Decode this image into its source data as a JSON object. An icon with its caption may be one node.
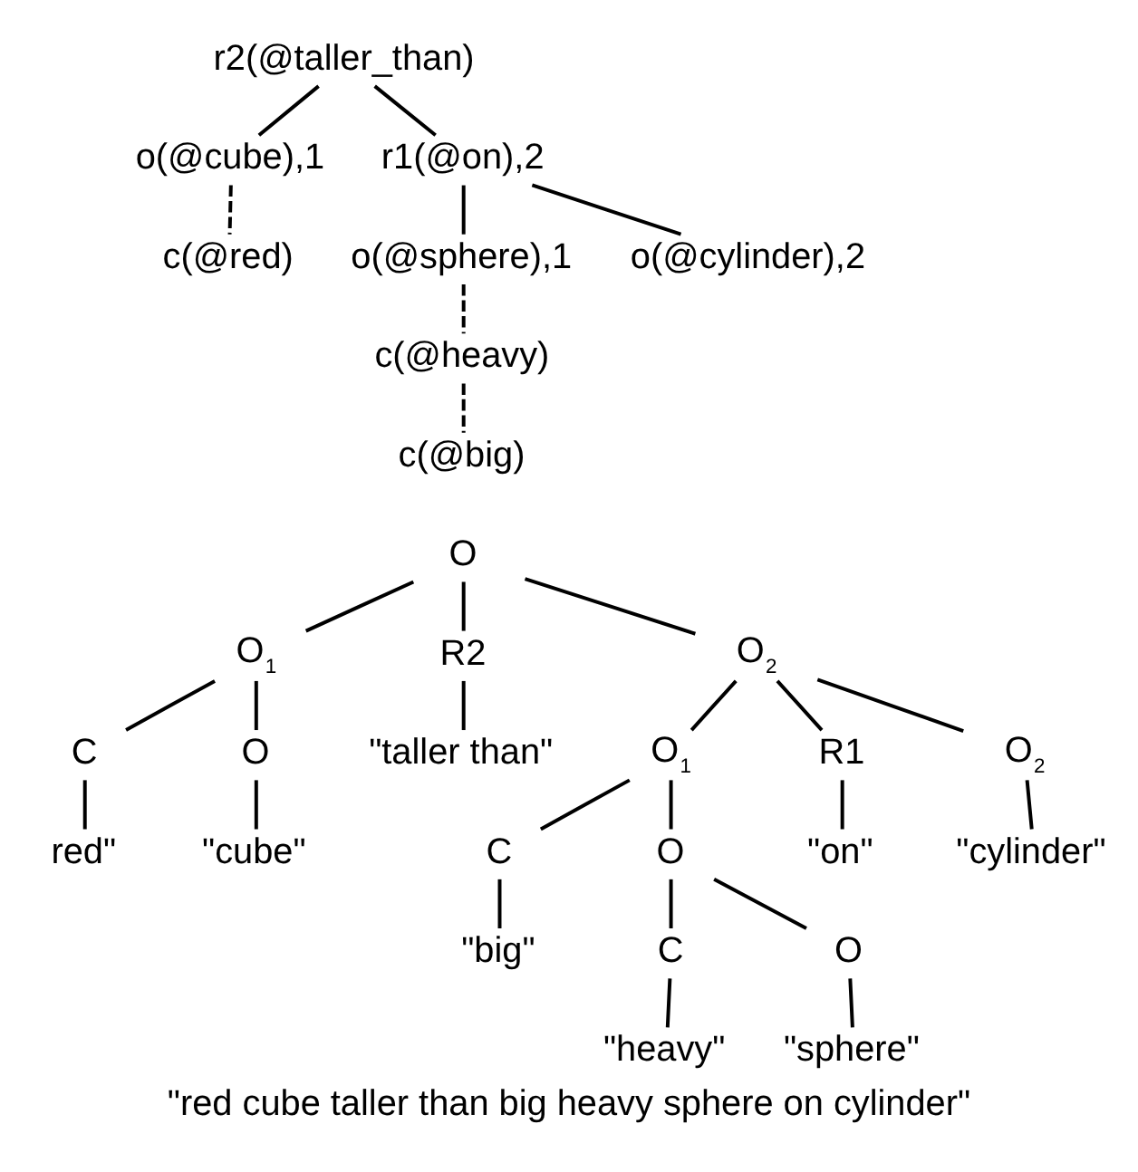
{
  "diagram": {
    "caption": "\"red cube taller than big heavy sphere on cylinder\"",
    "nodes": [
      {
        "text": [
          "r2(@taller_than)"
        ]
      },
      {
        "text": [
          "o(@cube),1"
        ]
      },
      {
        "text": [
          "r1(@on),2"
        ]
      },
      {
        "text": [
          "c(@red)"
        ]
      },
      {
        "text": [
          "o(@sphere),1"
        ]
      },
      {
        "text": [
          "o(@cylinder),2"
        ]
      },
      {
        "text": [
          "c(@heavy)"
        ]
      },
      {
        "text": [
          "c(@big)"
        ]
      },
      {
        "text": [
          "O"
        ]
      },
      {
        "text": [
          "O$_{1}$"
        ]
      },
      {
        "text": [
          "R2"
        ]
      },
      {
        "text": [
          "O$_{2}$"
        ]
      },
      {
        "text": [
          "C"
        ]
      },
      {
        "text": [
          "O"
        ]
      },
      {
        "text": [
          "\"taller than\""
        ]
      },
      {
        "text": [
          "O$_{1}$"
        ]
      },
      {
        "text": [
          "R1"
        ]
      },
      {
        "text": [
          "O$_{2}$"
        ]
      },
      {
        "text": [
          "red\""
        ]
      },
      {
        "text": [
          "\"cube\""
        ]
      },
      {
        "text": [
          "C"
        ]
      },
      {
        "text": [
          "O"
        ]
      },
      {
        "text": [
          "\"on\""
        ]
      },
      {
        "text": [
          "\"cylinder\""
        ]
      },
      {
        "text": [
          "\"big\""
        ]
      },
      {
        "text": [
          "C"
        ]
      },
      {
        "text": [
          "O"
        ]
      },
      {
        "text": [
          "\"heavy\""
        ]
      },
      {
        "text": [
          "\"sphere\""
        ]
      }
    ],
    "edges": [
      {
        "from": 0,
        "to": 1,
        "arrow": "none"
      },
      {
        "from": 0,
        "to": 2,
        "arrow": "none"
      },
      {
        "from": 1,
        "to": 3,
        "arrow": "none",
        "style": "dashed"
      },
      {
        "from": 2,
        "to": 4,
        "arrow": "none"
      },
      {
        "from": 2,
        "to": 5,
        "arrow": "none"
      },
      {
        "from": 4,
        "to": 6,
        "arrow": "none",
        "style": "dashed"
      },
      {
        "from": 6,
        "to": 7,
        "arrow": "none",
        "style": "dashed"
      },
      {
        "from": 8,
        "to": 9,
        "arrow": "none"
      },
      {
        "from": 8,
        "to": 10,
        "arrow": "none"
      },
      {
        "from": 8,
        "to": 11,
        "arrow": "none"
      },
      {
        "from": 9,
        "to": 12,
        "arrow": "none"
      },
      {
        "from": 9,
        "to": 13,
        "arrow": "none"
      },
      {
        "from": 10,
        "to": 14,
        "arrow": "none"
      },
      {
        "from": 11,
        "to": 15,
        "arrow": "none"
      },
      {
        "from": 11,
        "to": 16,
        "arrow": "none"
      },
      {
        "from": 11,
        "to": 17,
        "arrow": "none"
      },
      {
        "from": 12,
        "to": 18,
        "arrow": "none"
      },
      {
        "from": 13,
        "to": 19,
        "arrow": "none"
      },
      {
        "from": 15,
        "to": 20,
        "arrow": "none"
      },
      {
        "from": 15,
        "to": 21,
        "arrow": "none"
      },
      {
        "from": 16,
        "to": 22,
        "arrow": "none"
      },
      {
        "from": 17,
        "to": 23,
        "arrow": "none"
      },
      {
        "from": 20,
        "to": 24,
        "arrow": "none"
      },
      {
        "from": 21,
        "to": 25,
        "arrow": "none"
      },
      {
        "from": 21,
        "to": 26,
        "arrow": "none"
      },
      {
        "from": 25,
        "to": 27,
        "arrow": "none"
      },
      {
        "from": 26,
        "to": 28,
        "arrow": "none"
      }
    ]
  }
}
